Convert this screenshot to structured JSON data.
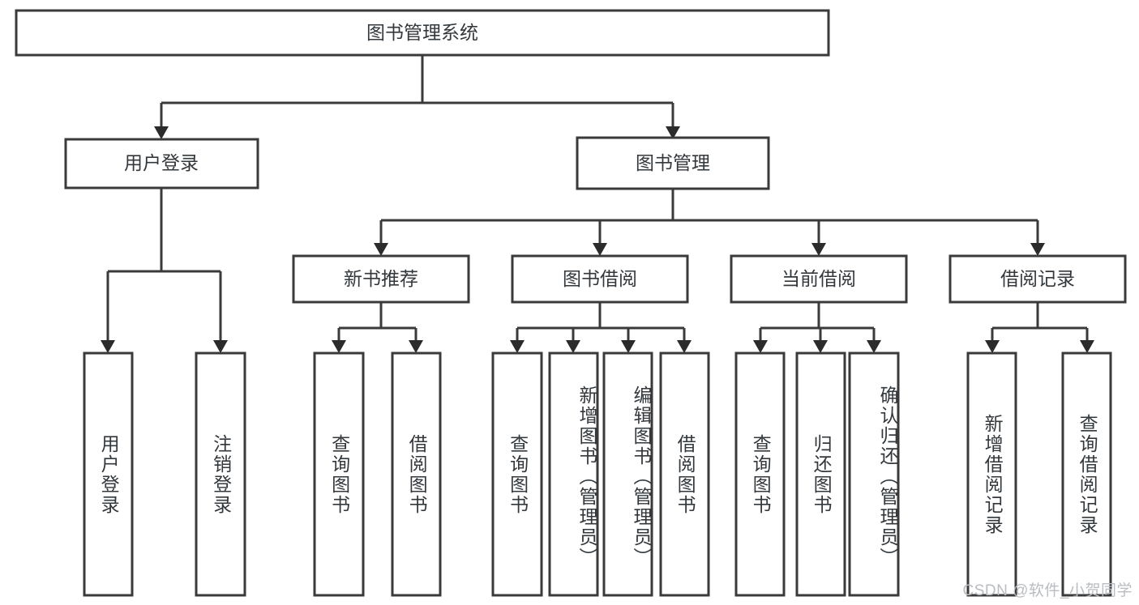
{
  "diagram": {
    "title": "图书管理系统",
    "type": "tree-hierarchy-functional-decomposition",
    "root": {
      "label": "图书管理系统"
    },
    "level2": [
      {
        "label": "用户登录"
      },
      {
        "label": "图书管理"
      }
    ],
    "level3": [
      {
        "label": "新书推荐"
      },
      {
        "label": "图书借阅"
      },
      {
        "label": "当前借阅"
      },
      {
        "label": "借阅记录"
      }
    ],
    "leaves": {
      "user_login": [
        {
          "label": "用户登录"
        },
        {
          "label": "注销登录"
        }
      ],
      "new_book_recommend": [
        {
          "label": "查询图书"
        },
        {
          "label": "借阅图书"
        }
      ],
      "book_borrow": [
        {
          "label": "查询图书"
        },
        {
          "label": "新增图书（管理员）"
        },
        {
          "label": "编辑图书（管理员）"
        },
        {
          "label": "借阅图书"
        }
      ],
      "current_borrow": [
        {
          "label": "查询图书"
        },
        {
          "label": "归还图书"
        },
        {
          "label": "确认归还（管理员）"
        }
      ],
      "borrow_record": [
        {
          "label": "新增借阅记录"
        },
        {
          "label": "查询借阅记录"
        }
      ]
    }
  },
  "watermark": {
    "text": "CSDN @软件_小贺同学"
  },
  "colors": {
    "box_stroke": "#3a3a3a",
    "text": "#33383d",
    "background": "#ffffff",
    "watermark": "#b9bcc0"
  }
}
